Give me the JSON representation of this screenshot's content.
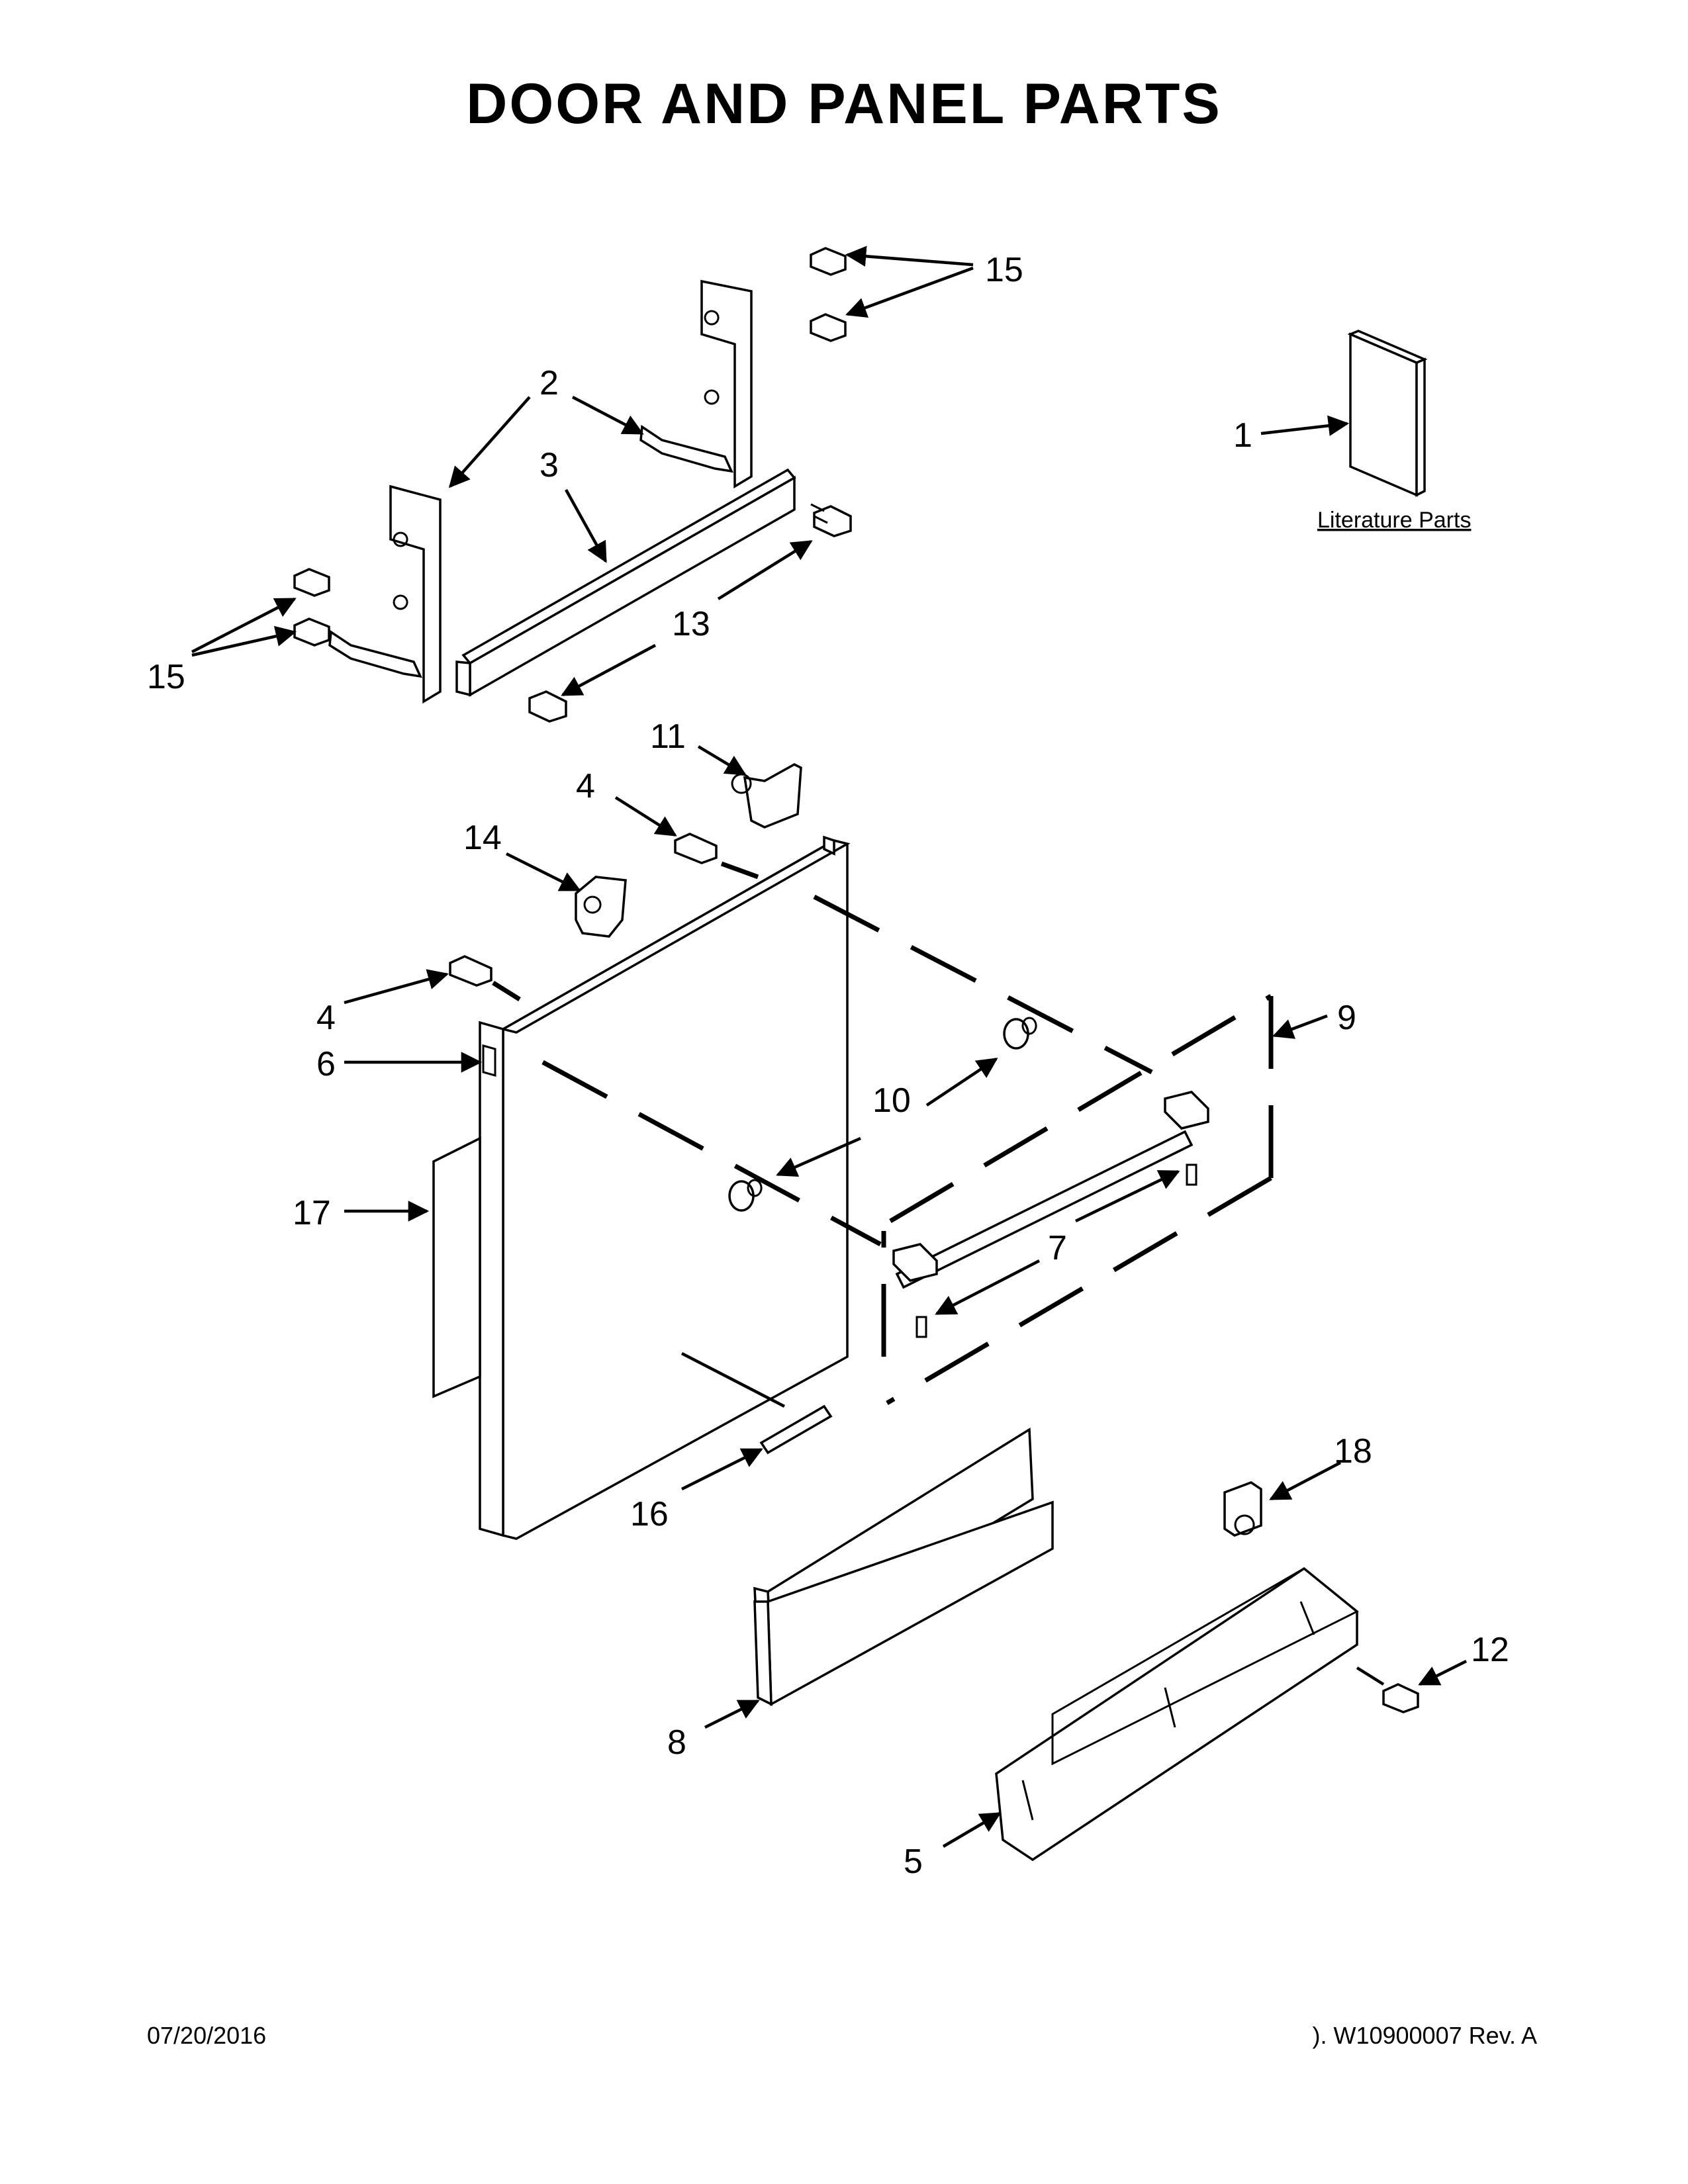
{
  "title": "DOOR AND PANEL PARTS",
  "literature_label": "Literature Parts",
  "callouts": {
    "c1": "1",
    "c2": "2",
    "c3": "3",
    "c4a": "4",
    "c4b": "4",
    "c5": "5",
    "c6": "6",
    "c7": "7",
    "c8": "8",
    "c9": "9",
    "c10": "10",
    "c11": "11",
    "c12": "12",
    "c13": "13",
    "c14": "14",
    "c15a": "15",
    "c15b": "15",
    "c16": "16",
    "c17": "17",
    "c18": "18"
  },
  "footer": {
    "date": "07/20/2016",
    "doc": "). W10900007  Rev. A"
  }
}
